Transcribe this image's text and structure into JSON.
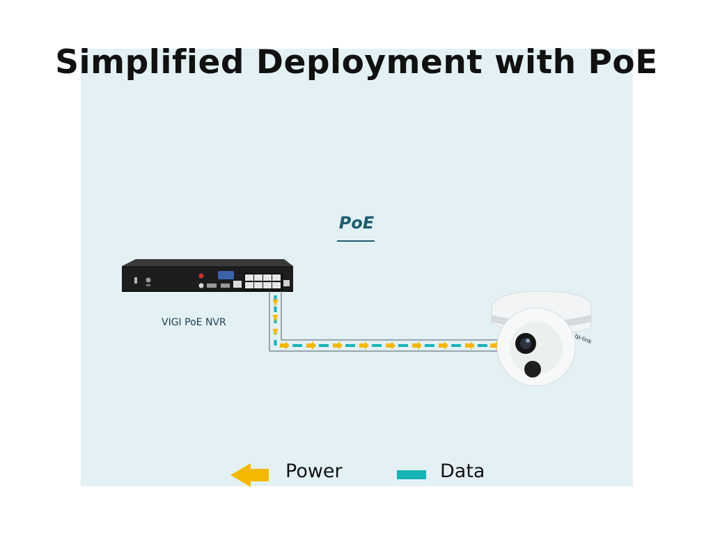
{
  "title": "Simplified Deployment with PoE",
  "connection_label": "PoE",
  "nvr_label": "VIGI PoE NVR",
  "legend": {
    "power_label": "Power",
    "data_label": "Data"
  },
  "colors": {
    "background_panel": "#e3f1f5",
    "power_arrow": "#f5b800",
    "data_dash": "#17b3b6",
    "label_teal": "#1d5c6e"
  },
  "icons": {
    "nvr": "nvr-device-icon",
    "camera": "turret-camera-icon",
    "power_legend": "power-arrow-icon",
    "data_legend": "data-dash-icon"
  }
}
